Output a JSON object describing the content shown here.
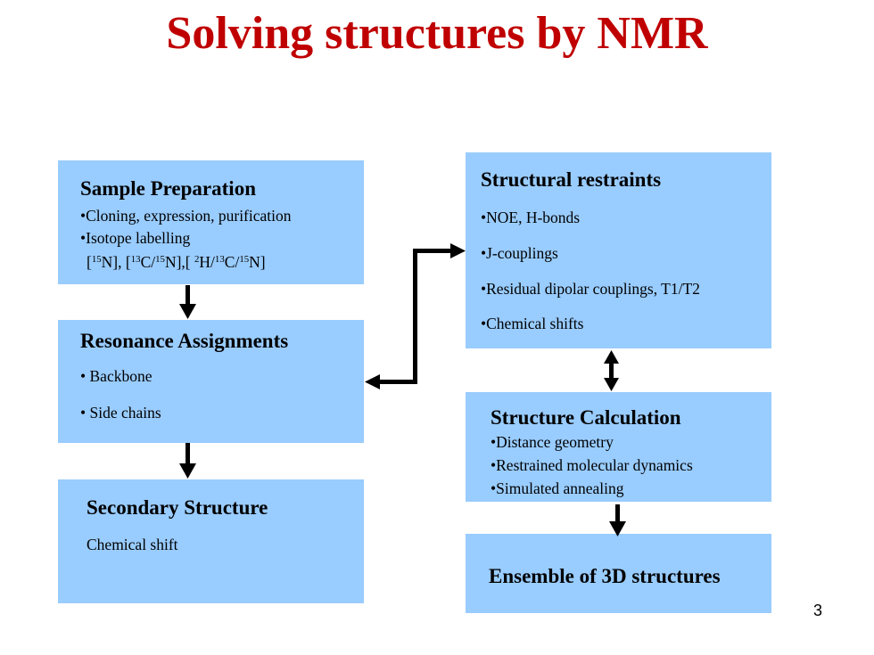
{
  "slide_title": "Solving structures by NMR",
  "sample_preparation": {
    "heading": "Sample Preparation",
    "bullet_1": "•Cloning, expression, purification",
    "bullet_2": "•Isotope labelling",
    "isotope_line": "[15N], [13C/15N],[ 2H/13C/15N]"
  },
  "resonance_assignments": {
    "heading": "Resonance Assignments",
    "bullet_1": "• Backbone",
    "bullet_2": "• Side chains"
  },
  "secondary_structure": {
    "heading": "Secondary Structure",
    "line_1": "Chemical shift"
  },
  "structural_restraints": {
    "heading": "Structural restraints",
    "bullet_1": "•NOE, H-bonds",
    "bullet_2": "•J-couplings",
    "bullet_3": "•Residual dipolar couplings, T1/T2",
    "bullet_4": "•Chemical shifts"
  },
  "structure_calculation": {
    "heading": "Structure Calculation",
    "bullet_1": "•Distance geometry",
    "bullet_2": "•Restrained molecular dynamics",
    "bullet_3": "•Simulated annealing"
  },
  "ensemble": {
    "heading": "Ensemble of 3D structures"
  },
  "page_number": "3",
  "colors": {
    "title": "#c00000",
    "box_fill": "#99ccff",
    "arrow": "#000000"
  }
}
